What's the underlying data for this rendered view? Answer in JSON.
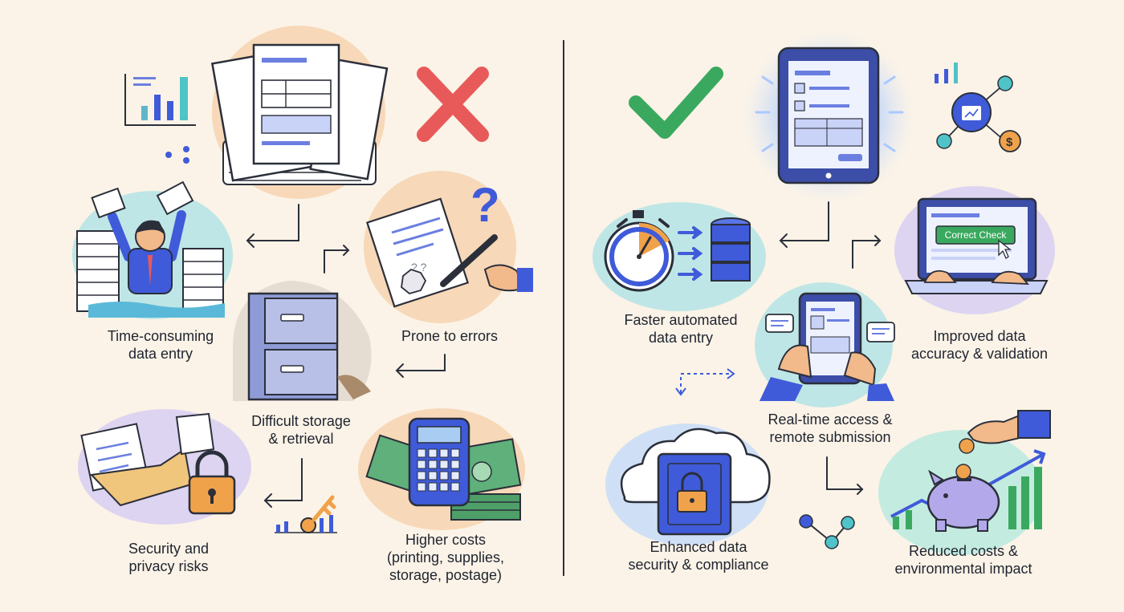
{
  "left": {
    "captions": {
      "time_consuming": [
        "Time-consuming",
        "data entry"
      ],
      "prone_errors": [
        "Prone to errors"
      ],
      "difficult_storage": [
        "Difficult storage",
        "& retrieval"
      ],
      "security_risks": [
        "Security and",
        "privacy risks"
      ],
      "higher_costs": [
        "Higher costs",
        "(printing, supplies,",
        "storage, postage)"
      ]
    }
  },
  "right": {
    "captions": {
      "faster_entry": [
        "Faster automated",
        "data entry"
      ],
      "improved_accuracy": [
        "Improved data",
        "accuracy & validation"
      ],
      "realtime_access": [
        "Real-time access &",
        "remote submission"
      ],
      "enhanced_security": [
        "Enhanced data",
        "security & compliance"
      ],
      "reduced_costs": [
        "Reduced costs &",
        "environmental impact"
      ]
    },
    "laptop_button": "Correct Check"
  },
  "colors": {
    "background": "#fbf3e7",
    "accent_blue": "#3f5bd9",
    "error_red": "#e85a5a",
    "success_green": "#3aa95f",
    "money_green": "#3f9a68",
    "calculator_blue": "#3f5bd9"
  },
  "icons": {
    "cross": "red-x-icon",
    "check": "green-check-icon"
  }
}
